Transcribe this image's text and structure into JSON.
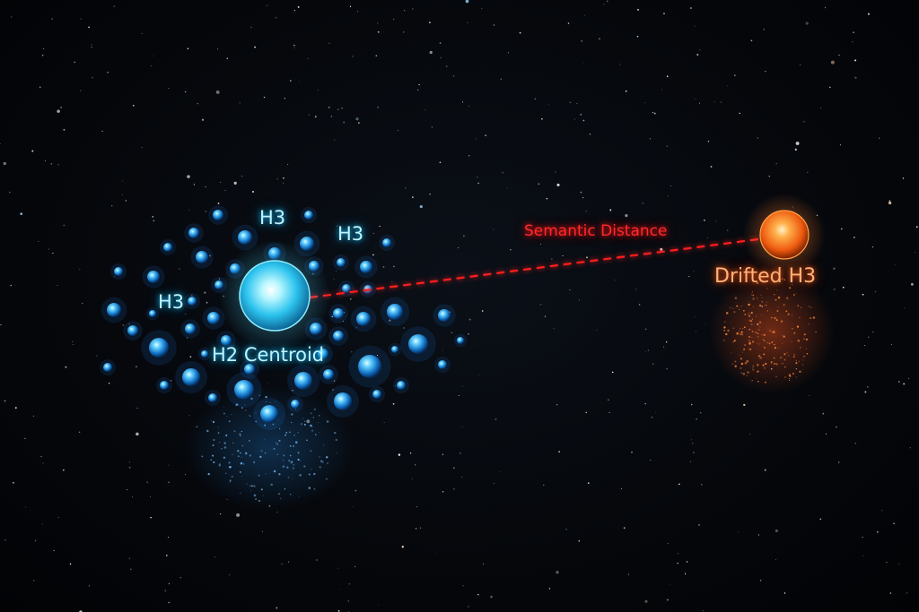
{
  "diagram": {
    "labels": {
      "h3_top_center": "H3",
      "h3_top_right": "H3",
      "h3_left": "H3",
      "centroid": "H2 Centroid",
      "distance": "Semantic Distance",
      "drifted": "Drifted H3"
    },
    "colors": {
      "background": "#05070b",
      "cluster": "#1fa9ff",
      "centroid": "#6fe9ff",
      "distance_line": "#ff1e1e",
      "drifted": "#ff6a1a"
    },
    "nodes": [
      {
        "name": "h2-centroid",
        "color": "#6fe9ff"
      },
      {
        "name": "drifted-h3",
        "color": "#ff6a1a"
      }
    ],
    "edges": [
      {
        "from": "h2-centroid",
        "to": "drifted-h3",
        "label": "Semantic Distance",
        "style": "dashed"
      }
    ]
  }
}
